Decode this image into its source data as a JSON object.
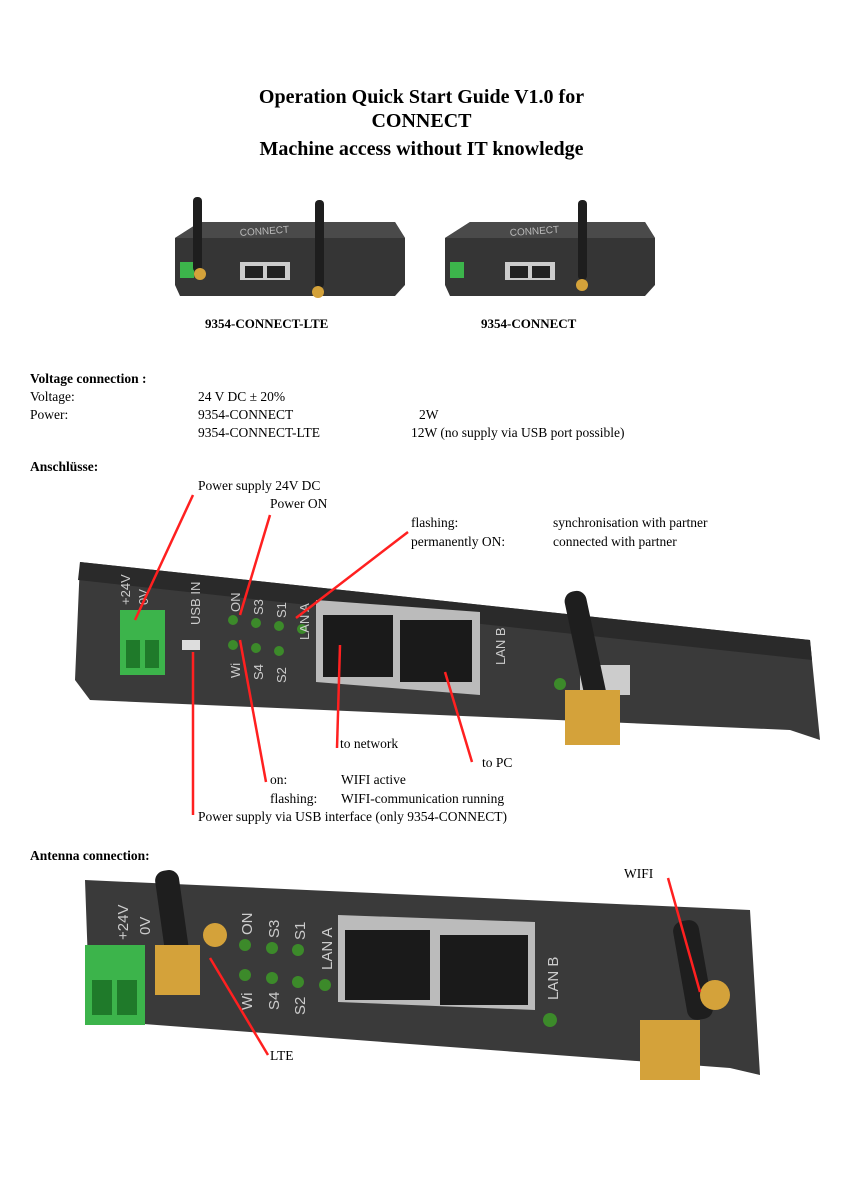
{
  "header": {
    "line1": "Operation Quick Start Guide V1.0 for",
    "line2": "CONNECT",
    "line3": "Machine access without IT knowledge"
  },
  "products": [
    {
      "caption": "9354-CONNECT-LTE"
    },
    {
      "caption": "9354-CONNECT"
    }
  ],
  "device_brand": "CONNECT",
  "voltage": {
    "heading": "Voltage connection :",
    "voltage_label": "Voltage:",
    "voltage_value": "24 V DC ± 20%",
    "power_label": "Power:",
    "rows": [
      {
        "model": "9354-CONNECT",
        "value": "2W"
      },
      {
        "model": "9354-CONNECT-LTE",
        "value": "12W (no supply via USB port possible)"
      }
    ]
  },
  "connections": {
    "heading": "Anschlüsse:",
    "power_supply": "Power supply  24V DC",
    "power_on": "Power ON",
    "flashing_label": "flashing:",
    "flashing_value": "synchronisation with partner",
    "perm_label": "permanently ON:",
    "perm_value": "connected with partner",
    "to_network": "to network",
    "to_pc": "to PC",
    "wifi_on_label": "on:",
    "wifi_on_value": "WIFI active",
    "wifi_flash_label": "flashing:",
    "wifi_flash_value": "WIFI-communication running",
    "usb_power": "Power supply via USB interface (only 9354-CONNECT)"
  },
  "device_labels": {
    "v24": "+24V",
    "v0": "0V",
    "usb": "USB IN",
    "on": "ON",
    "s3": "S3",
    "s1": "S1",
    "lana": "LAN A",
    "wi": "Wi",
    "s4": "S4",
    "s2": "S2",
    "lanb": "LAN B"
  },
  "antenna": {
    "heading": "Antenna connection:",
    "wifi": "WIFI",
    "lte": "LTE"
  },
  "colors": {
    "callout": "#ff2020",
    "led": "#3c8a2a",
    "terminal": "#3cb44b",
    "gold": "#d4a23a",
    "body": "#3a3a3a"
  }
}
